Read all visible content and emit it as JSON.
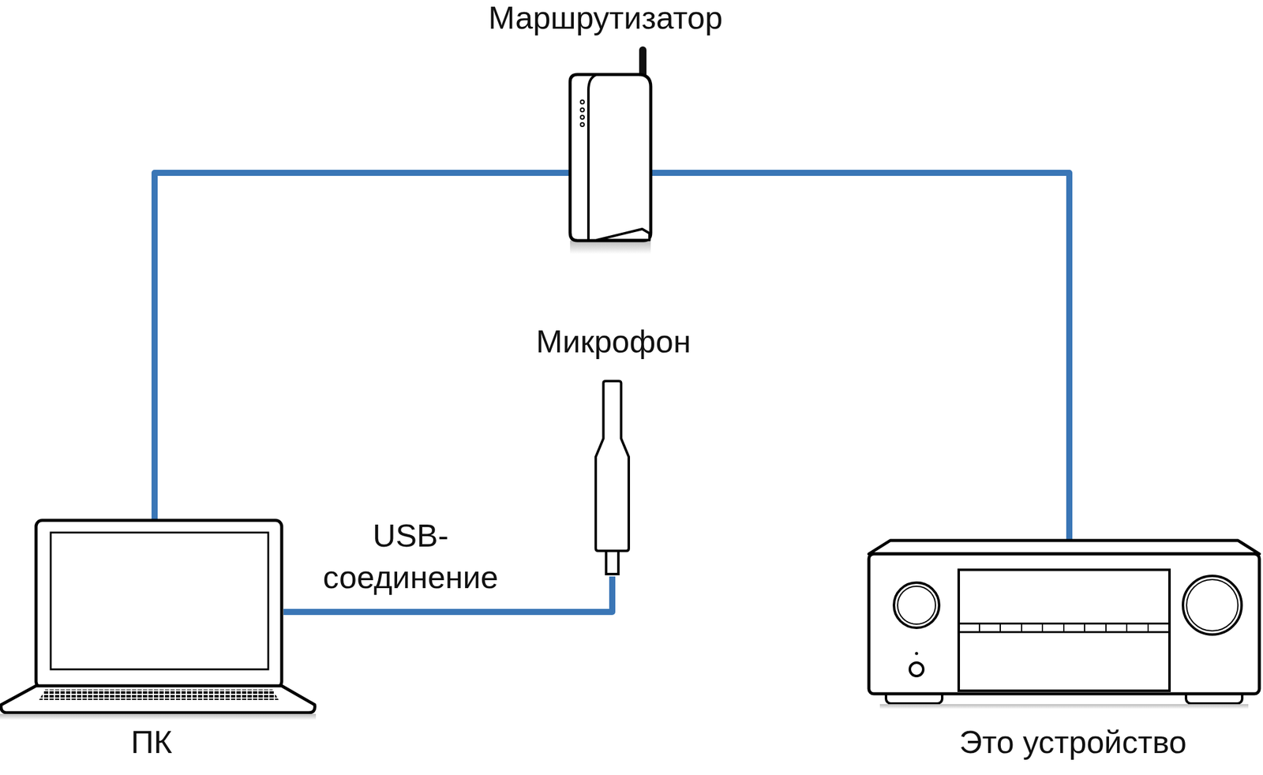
{
  "diagram": {
    "nodes": [
      {
        "text": [
          "Маршрутизатор"
        ]
      },
      {
        "text": [
          "Микрофон"
        ]
      },
      {
        "text": [
          "ПК"
        ]
      },
      {
        "text": [
          "Это устройство"
        ]
      }
    ],
    "edges": [
      {
        "from": 2,
        "to": 0,
        "arrow": "none"
      },
      {
        "from": 0,
        "to": 3,
        "arrow": "none"
      },
      {
        "from": 2,
        "to": 1,
        "arrow": "none",
        "label": "USB- соединение"
      }
    ]
  }
}
